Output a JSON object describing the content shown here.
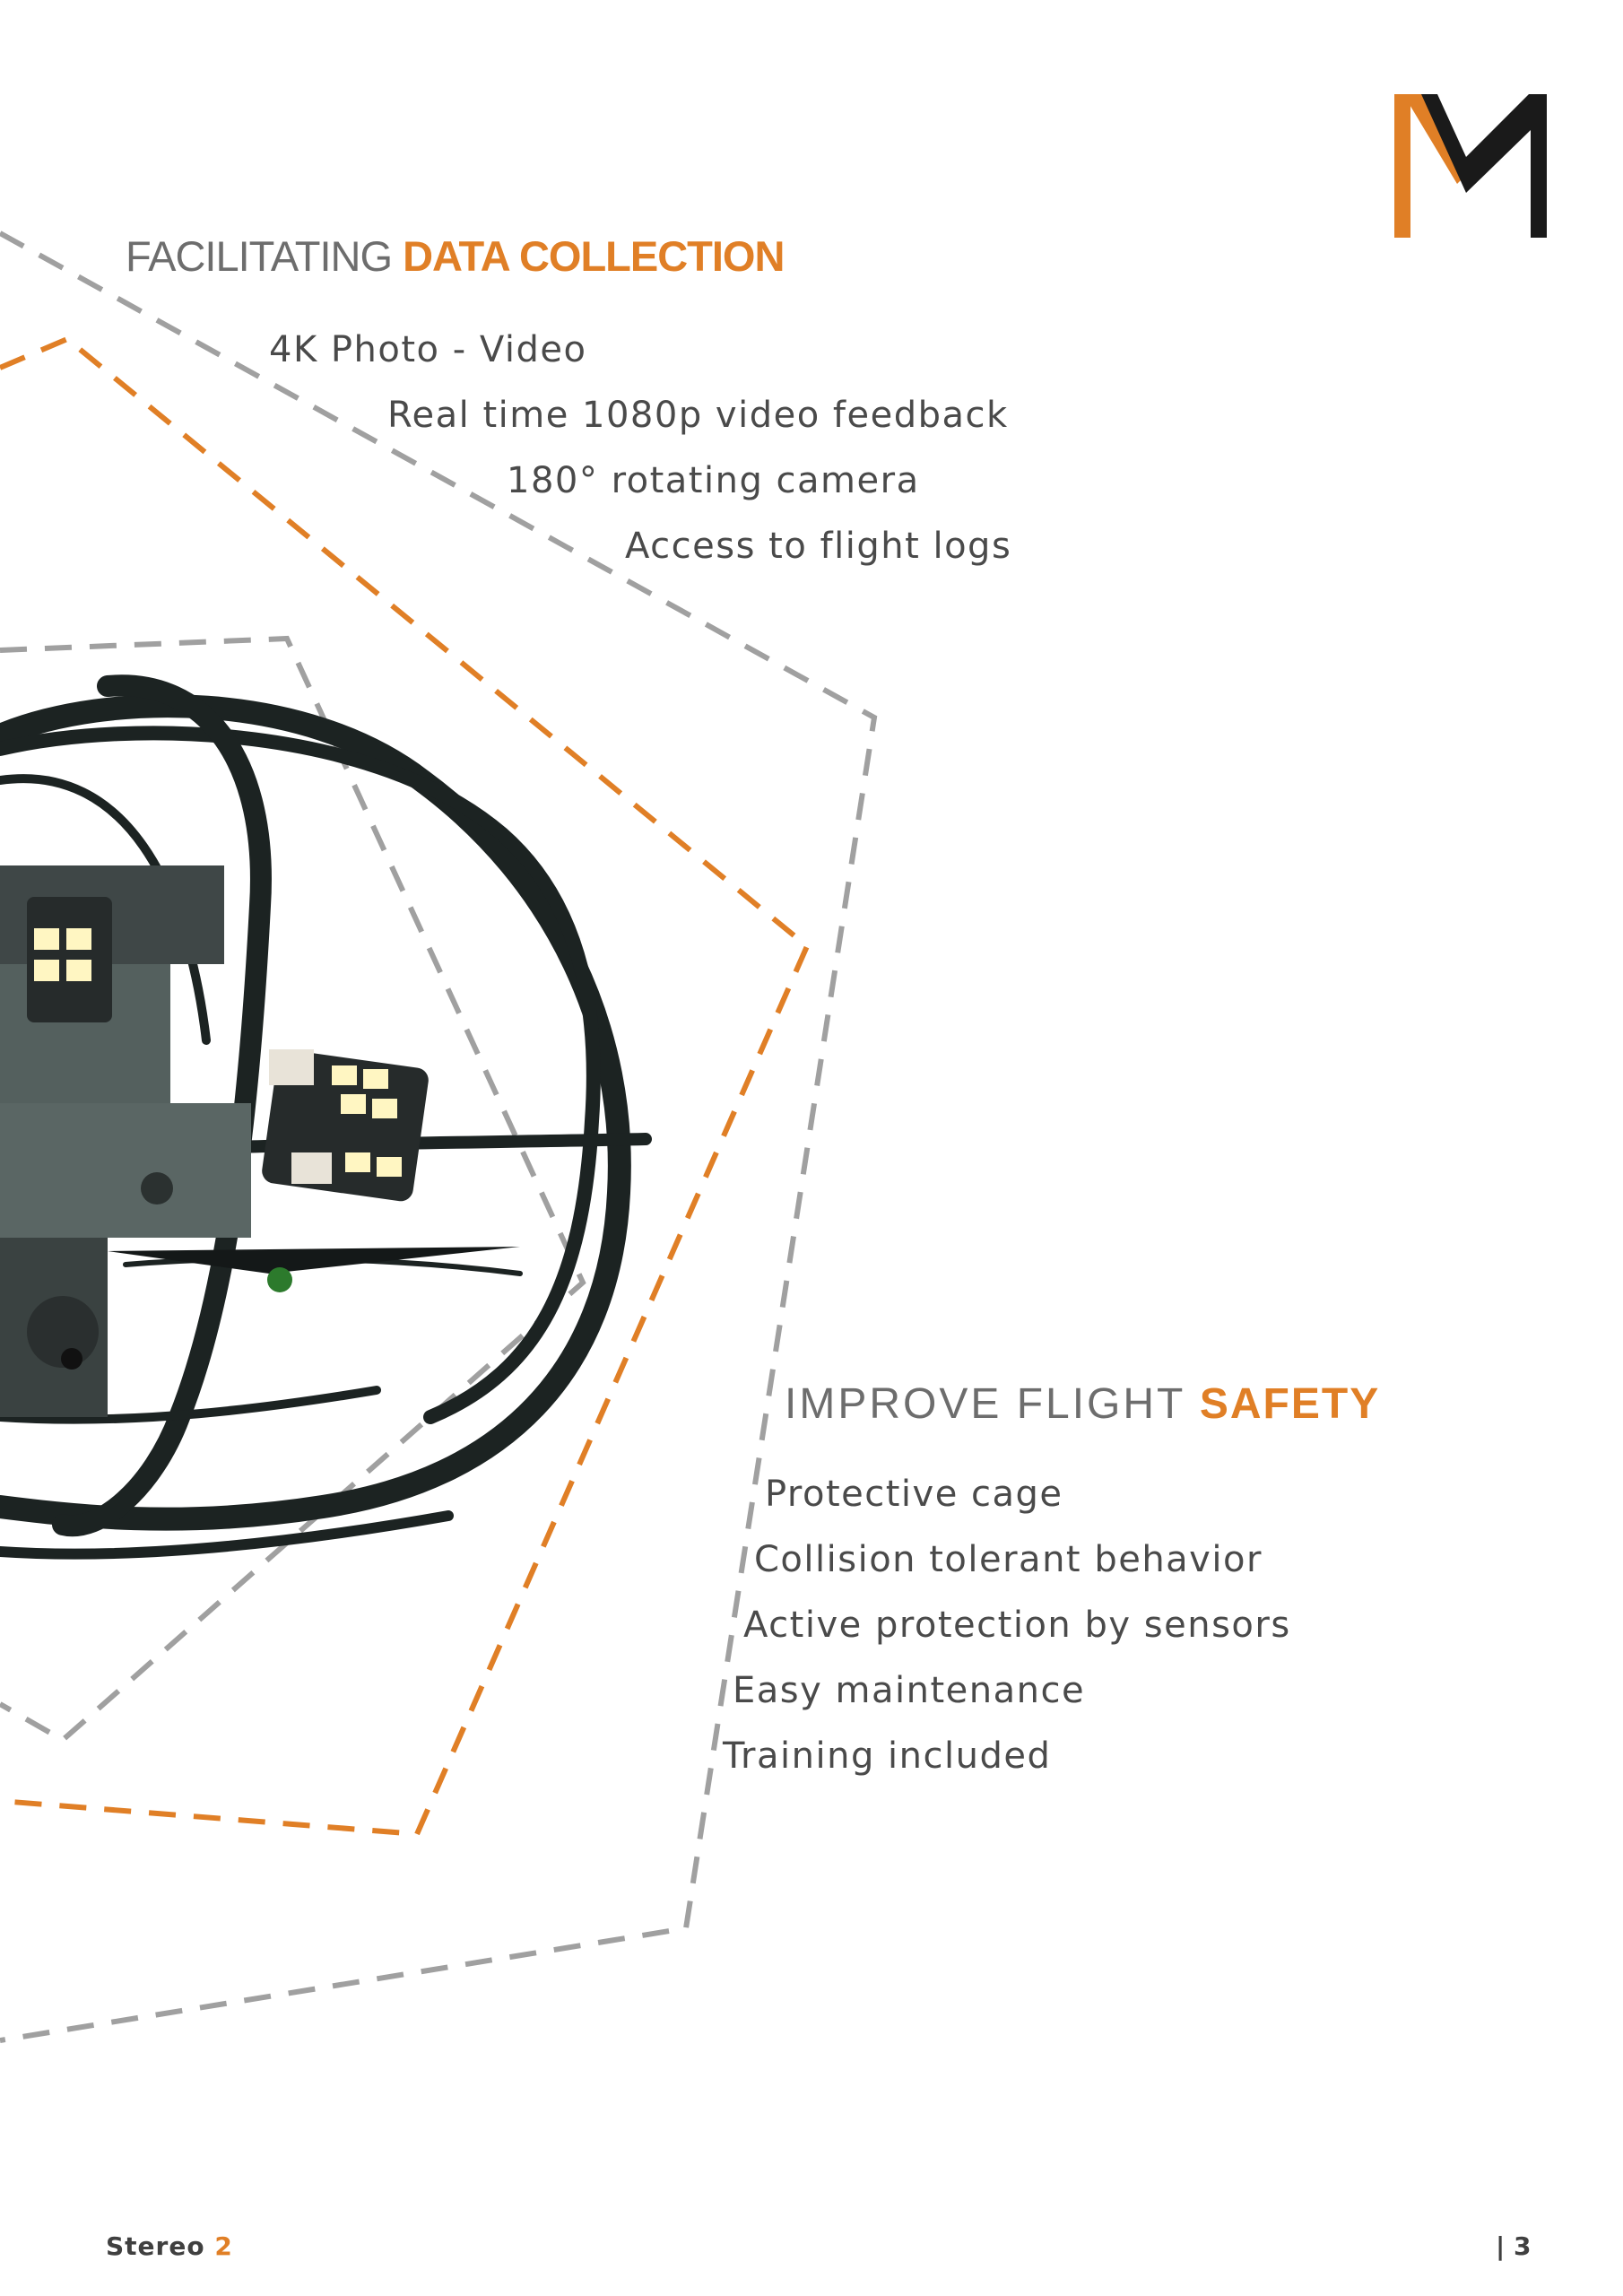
{
  "brand": {
    "logo_letter": "M",
    "accent_color": "#e07f26",
    "dark_color": "#1a1a1a",
    "gray_color": "#9e9e9e"
  },
  "section1": {
    "title_prefix": "FACILITATING",
    "title_accent": "DATA COLLECTION",
    "features": [
      "4K Photo - Video",
      "Real time 1080p video feedback",
      "180° rotating camera",
      "Access to flight logs"
    ]
  },
  "section2": {
    "title_prefix": "IMPROVE FLIGHT",
    "title_accent": "SAFETY",
    "features": [
      "Protective cage",
      "Collision tolerant behavior",
      "Active protection by sensors",
      "Easy maintenance",
      "Training included"
    ]
  },
  "footer": {
    "product": "Stereo",
    "product_number": "2",
    "page": "| 3"
  }
}
